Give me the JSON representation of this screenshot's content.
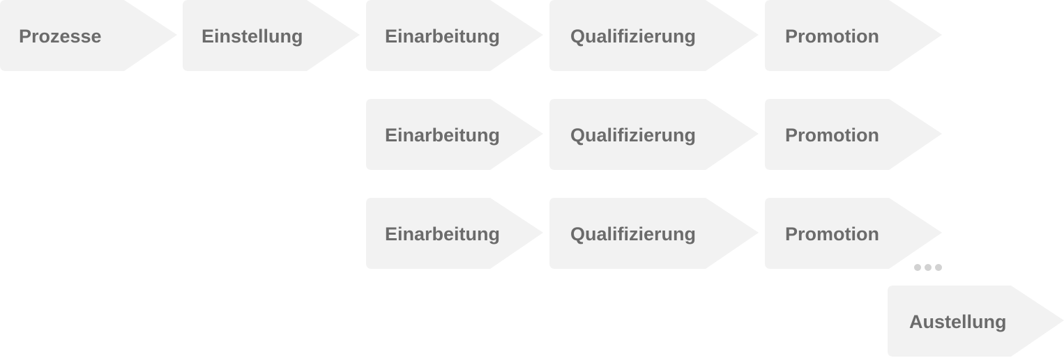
{
  "steps": {
    "prozesse": "Prozesse",
    "einstellung": "Einstellung",
    "row1": {
      "einarbeitung": "Einarbeitung",
      "qualifizierung": "Qualifizierung",
      "promotion": "Promotion"
    },
    "row2": {
      "einarbeitung": "Einarbeitung",
      "qualifizierung": "Qualifizierung",
      "promotion": "Promotion"
    },
    "row3": {
      "einarbeitung": "Einarbeitung",
      "qualifizierung": "Qualifizierung",
      "promotion": "Promotion"
    },
    "austellung": "Austellung"
  },
  "colors": {
    "shape_fill": "#f2f2f2",
    "label_text": "#6b6b6b",
    "dots": "#d2d2d2"
  }
}
